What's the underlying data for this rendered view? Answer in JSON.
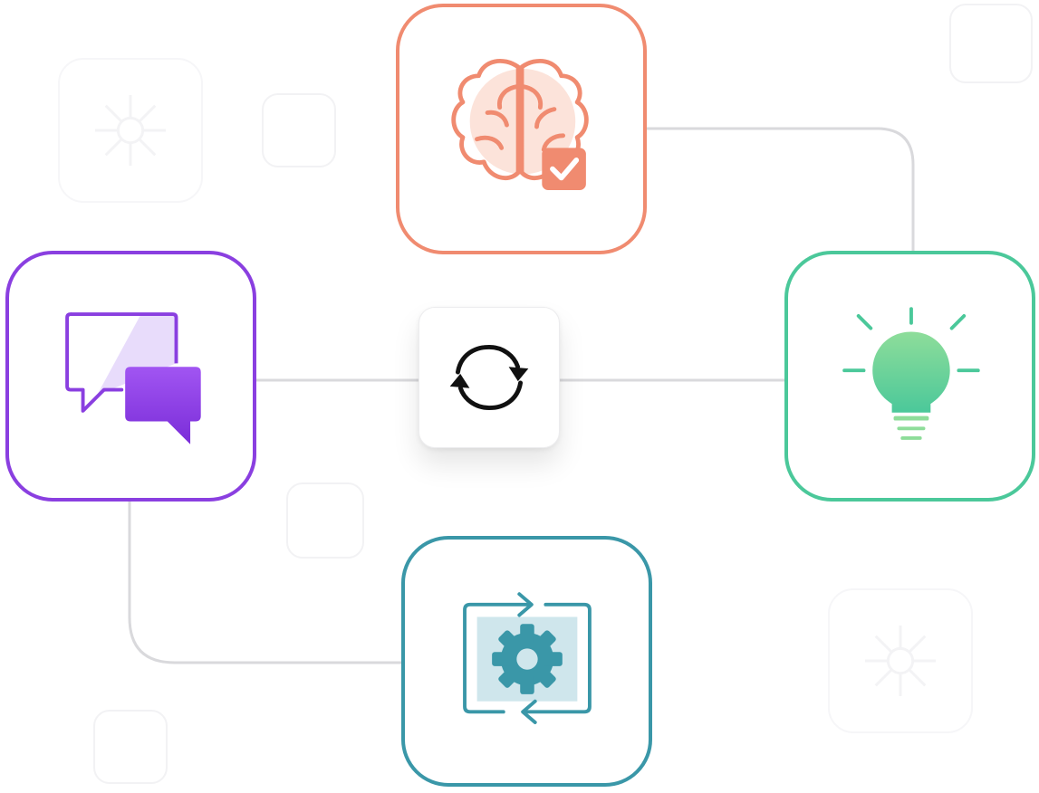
{
  "colors": {
    "brain": "#F08B70",
    "chat": "#8A3FE0",
    "bulb": "#4BC89A",
    "gear": "#3A97A8",
    "connector": "#d9d9dc",
    "ghost_border": "#f2f2f4",
    "hub_icon": "#111111"
  },
  "nodes": [
    {
      "id": "brain",
      "icon": "brain-check-icon"
    },
    {
      "id": "chat",
      "icon": "chat-bubbles-icon"
    },
    {
      "id": "bulb",
      "icon": "lightbulb-icon"
    },
    {
      "id": "gear",
      "icon": "gear-refresh-icon"
    }
  ],
  "hub": {
    "icon": "sync-arrows-icon"
  }
}
